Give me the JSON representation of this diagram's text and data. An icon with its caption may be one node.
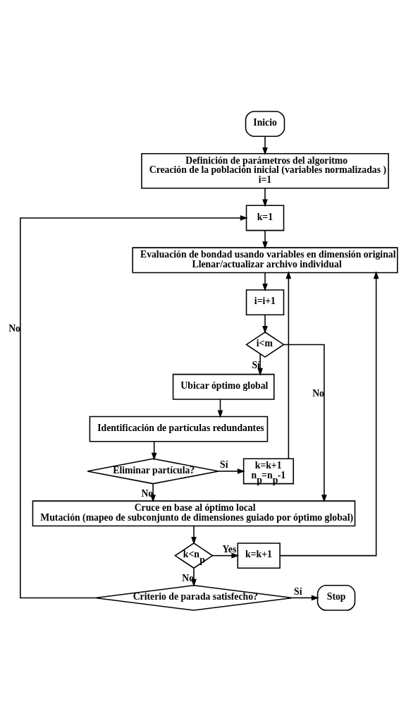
{
  "diagram": {
    "nodes": [
      {
        "text": [
          "Inicio"
        ]
      },
      {
        "text": [
          "Definición de parámetros del algoritmo",
          "Creación de la población inicial (variables normalizadas )",
          "i=1"
        ]
      },
      {
        "text": [
          "k=1"
        ]
      },
      {
        "text": [
          "Evaluación de bondad usando variables en dimensión original",
          "Llenar/actualizar archivo individual"
        ]
      },
      {
        "text": [
          "i=i+1"
        ]
      },
      {
        "text": [
          "i<m"
        ]
      },
      {
        "text": [
          "Ubicar óptimo global"
        ]
      },
      {
        "text": [
          "Identificación de partículas redundantes"
        ]
      },
      {
        "text": [
          "Eliminar partícula?"
        ]
      },
      {
        "text": [
          "k=k+1",
          "n$_{p}$=n$_{p}$-1"
        ]
      },
      {
        "text": [
          "Cruce en base al óptimo local",
          "Mutación (mapeo de subconjunto de dimensiones guiado por óptimo global)"
        ]
      },
      {
        "text": [
          "k<n$_{p}$"
        ]
      },
      {
        "text": [
          "k=k+1"
        ]
      },
      {
        "text": [
          "Criterio de parada satisfecho?"
        ]
      },
      {
        "text": [
          "Stop"
        ]
      }
    ],
    "edges": [
      {
        "from": 0,
        "to": 1,
        "arrow": "to"
      },
      {
        "from": 1,
        "to": 2,
        "arrow": "to"
      },
      {
        "from": 2,
        "to": 3,
        "arrow": "to"
      },
      {
        "from": 3,
        "to": 4,
        "arrow": "to"
      },
      {
        "from": 4,
        "to": 5,
        "arrow": "to"
      },
      {
        "from": 5,
        "to": 6,
        "arrow": "to",
        "label": "Sí"
      },
      {
        "from": 5,
        "to": 10,
        "arrow": "to",
        "label": "No"
      },
      {
        "from": 6,
        "to": 7,
        "arrow": "to"
      },
      {
        "from": 7,
        "to": 8,
        "arrow": "to"
      },
      {
        "from": 8,
        "to": 9,
        "arrow": "to",
        "label": "Sí"
      },
      {
        "from": 8,
        "to": 10,
        "arrow": "to",
        "label": "No"
      },
      {
        "from": 9,
        "to": 3,
        "arrow": "to"
      },
      {
        "from": 10,
        "to": 11,
        "arrow": "to"
      },
      {
        "from": 11,
        "to": 12,
        "arrow": "to",
        "label": "Yes"
      },
      {
        "from": 11,
        "to": 13,
        "arrow": "to",
        "label": "No"
      },
      {
        "from": 12,
        "to": 3,
        "arrow": "to"
      },
      {
        "from": 13,
        "to": 14,
        "arrow": "to",
        "label": "Sí"
      },
      {
        "from": 13,
        "to": 2,
        "arrow": "to",
        "label": "No"
      }
    ]
  }
}
